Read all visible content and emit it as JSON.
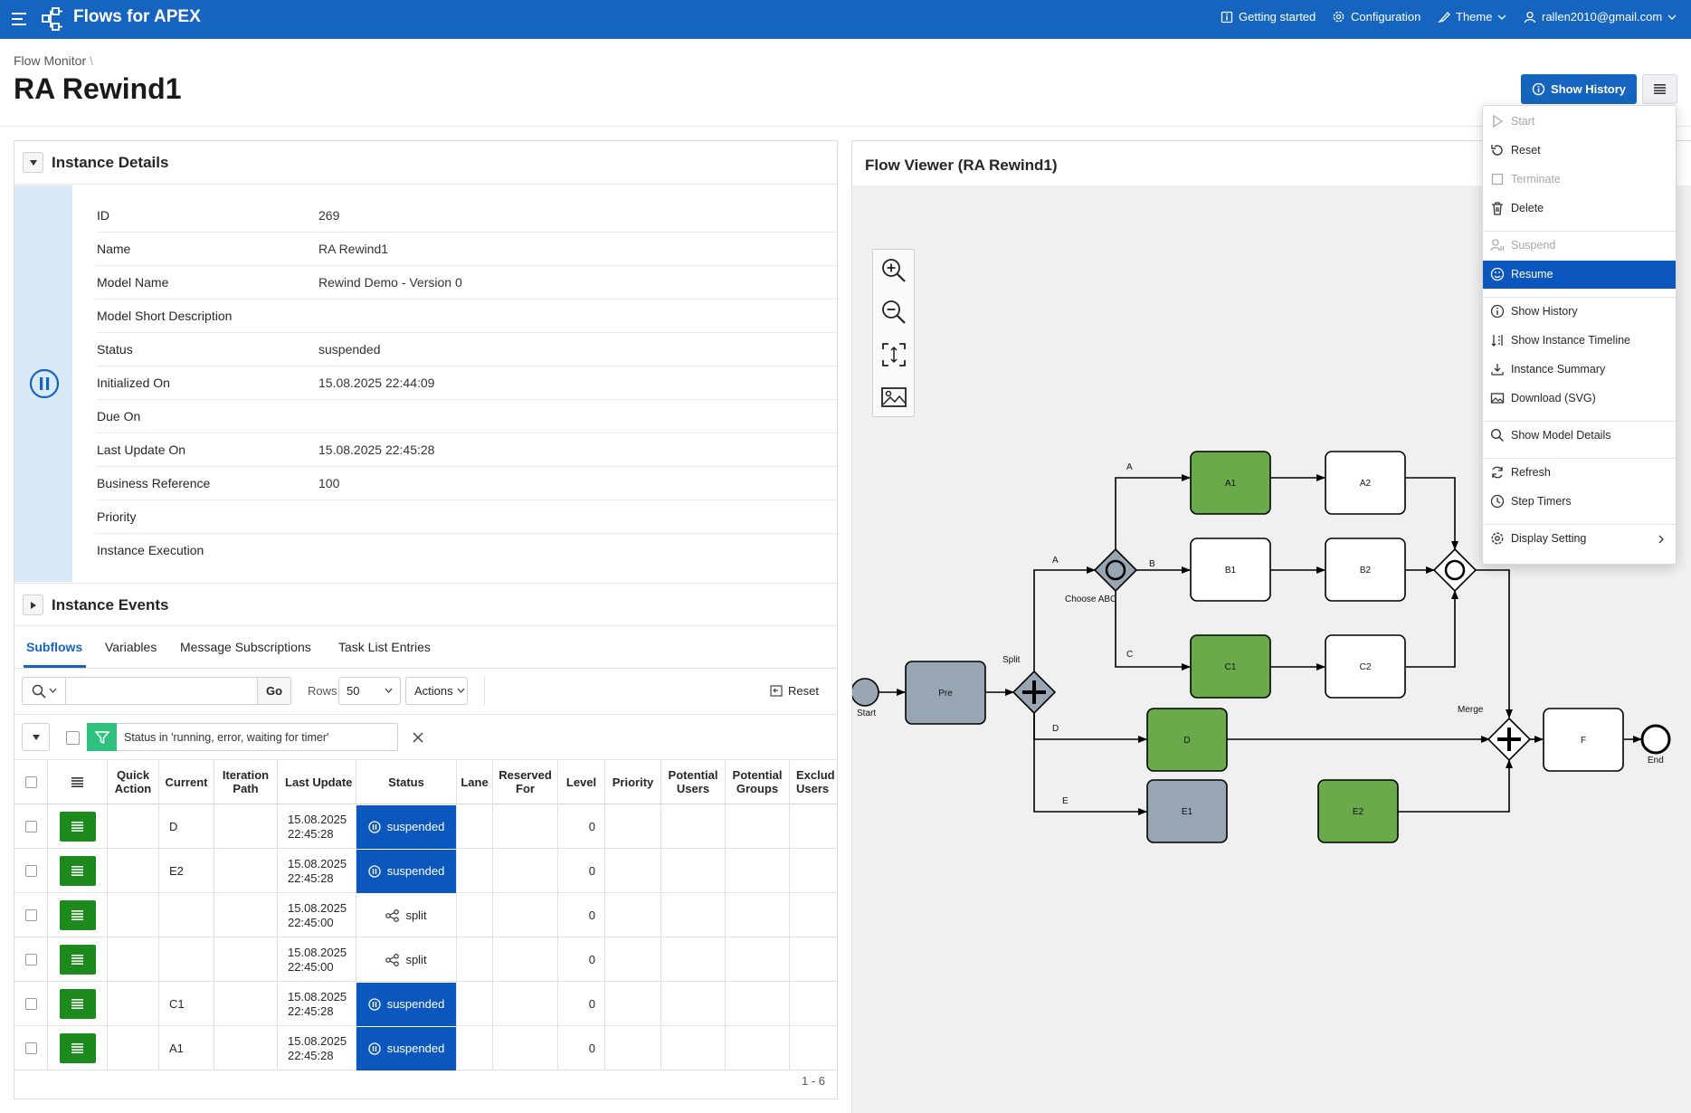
{
  "header": {
    "app_title": "Flows for APEX",
    "links": [
      "Getting started",
      "Configuration",
      "Theme",
      "rallen2010@gmail.com"
    ]
  },
  "breadcrumb": "Flow Monitor",
  "page_title": "RA Rewind1",
  "buttons": {
    "show_history": "Show History"
  },
  "instance_details": {
    "title": "Instance Details",
    "rows": [
      {
        "label": "ID",
        "value": "269"
      },
      {
        "label": "Name",
        "value": "RA Rewind1"
      },
      {
        "label": "Model Name",
        "value": "Rewind Demo - Version 0"
      },
      {
        "label": "Model Short Description",
        "value": ""
      },
      {
        "label": "Status",
        "value": "suspended"
      },
      {
        "label": "Initialized On",
        "value": "15.08.2025 22:44:09"
      },
      {
        "label": "Due On",
        "value": ""
      },
      {
        "label": "Last Update On",
        "value": "15.08.2025 22:45:28"
      },
      {
        "label": "Business Reference",
        "value": "100"
      },
      {
        "label": "Priority",
        "value": ""
      },
      {
        "label": "Instance Execution",
        "value": ""
      }
    ]
  },
  "instance_events": {
    "title": "Instance Events"
  },
  "tabs": [
    "Subflows",
    "Variables",
    "Message Subscriptions",
    "Task List Entries"
  ],
  "toolbar": {
    "search_placeholder": "",
    "go": "Go",
    "rows_label": "Rows",
    "rows_value": "50",
    "actions": "Actions",
    "reset": "Reset"
  },
  "filter": {
    "text": "Status in 'running, error, waiting for timer'"
  },
  "grid": {
    "columns": [
      "Quick Action",
      "Current",
      "Iteration Path",
      "Last Update",
      "Status",
      "Lane",
      "Reserved For",
      "Level",
      "Priority",
      "Potential Users",
      "Potential Groups",
      "Exclud Users"
    ],
    "rows": [
      {
        "current": "D",
        "date": "15.08.2025",
        "time": "22:45:28",
        "status": "suspended",
        "level": "0"
      },
      {
        "current": "E2",
        "date": "15.08.2025",
        "time": "22:45:28",
        "status": "suspended",
        "level": "0"
      },
      {
        "current": "",
        "date": "15.08.2025",
        "time": "22:45:00",
        "status": "split",
        "level": "0"
      },
      {
        "current": "",
        "date": "15.08.2025",
        "time": "22:45:00",
        "status": "split",
        "level": "0"
      },
      {
        "current": "C1",
        "date": "15.08.2025",
        "time": "22:45:28",
        "status": "suspended",
        "level": "0"
      },
      {
        "current": "A1",
        "date": "15.08.2025",
        "time": "22:45:28",
        "status": "suspended",
        "level": "0"
      }
    ],
    "pagination": "1 - 6"
  },
  "flow_viewer": {
    "title": "Flow Viewer (RA Rewind1)",
    "diagram_labels": {
      "start": "Start",
      "pre": "Pre",
      "split": "Split",
      "choose": "Choose ABC",
      "a": "A",
      "b": "B",
      "c": "C",
      "d": "D",
      "e": "E",
      "a1": "A1",
      "a2": "A2",
      "b1": "B1",
      "b2": "B2",
      "c1": "C1",
      "c2": "C2",
      "d_task": "D",
      "e1": "E1",
      "e2": "E2",
      "merge": "Merge",
      "f": "F",
      "end": "End"
    }
  },
  "menu": {
    "items": [
      "Start",
      "Reset",
      "Terminate",
      "Delete",
      "Suspend",
      "Resume",
      "Show History",
      "Show Instance Timeline",
      "Instance Summary",
      "Download (SVG)",
      "Show Model Details",
      "Refresh",
      "Step Timers",
      "Display Setting"
    ]
  },
  "colors": {
    "brand": "#1565c0",
    "active_badge": "#0b57bd",
    "completed_task": "#6aaa4a",
    "current_task": "#98a5b3",
    "quick_action": "#1d8a1d",
    "filter": "#2ec27e"
  }
}
